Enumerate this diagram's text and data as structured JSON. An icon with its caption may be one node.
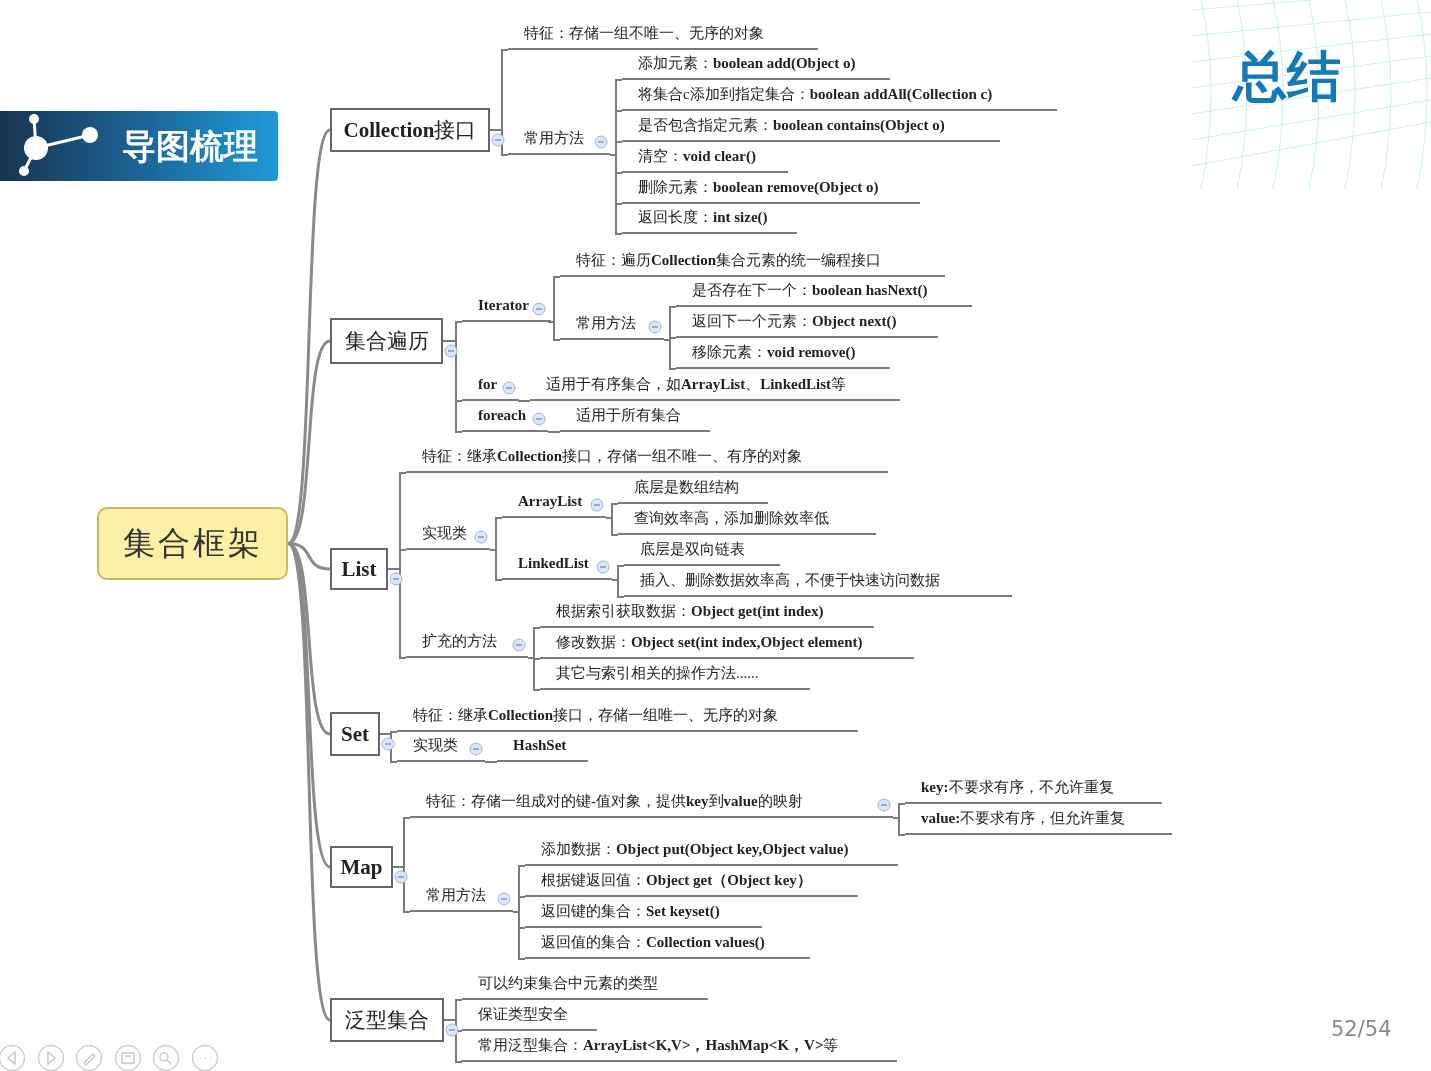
{
  "diagram": {
    "title": "总结",
    "nodes": [
      {
        "text": [
          "集合框架"
        ]
      },
      {
        "text": [
          "**Collection**接口"
        ]
      },
      {
        "text": [
          "特征：存储一组不唯一、无序的对象"
        ]
      },
      {
        "text": [
          "常用方法"
        ]
      },
      {
        "text": [
          "添加元素：**boolean add(Object o)**"
        ]
      },
      {
        "text": [
          "将集合c添加到指定集合：**boolean addAll(Collection c)**"
        ]
      },
      {
        "text": [
          "是否包含指定元素：**boolean contains(Object o)**"
        ]
      },
      {
        "text": [
          "清空：**void clear()**"
        ]
      },
      {
        "text": [
          "删除元素：**boolean remove(Object o)**"
        ]
      },
      {
        "text": [
          "返回长度：**int size()**"
        ]
      },
      {
        "text": [
          "集合遍历"
        ]
      },
      {
        "text": [
          "Iterator"
        ]
      },
      {
        "text": [
          "特征：遍历**Collection**集合元素的统一编程接口"
        ]
      },
      {
        "text": [
          "常用方法"
        ]
      },
      {
        "text": [
          "是否存在下一个：**boolean hasNext()**"
        ]
      },
      {
        "text": [
          "返回下一个元素：**Object next()**"
        ]
      },
      {
        "text": [
          "移除元素：**void remove()**"
        ]
      },
      {
        "text": [
          "for"
        ]
      },
      {
        "text": [
          "适用于有序集合，如**ArrayList**、**LinkedList**等"
        ]
      },
      {
        "text": [
          "foreach"
        ]
      },
      {
        "text": [
          "适用于所有集合"
        ]
      },
      {
        "text": [
          "List"
        ]
      },
      {
        "text": [
          "特征：继承**Collection**接口，存储一组不唯一、有序的对象"
        ]
      },
      {
        "text": [
          "实现类"
        ]
      },
      {
        "text": [
          "ArrayList"
        ]
      },
      {
        "text": [
          "底层是数组结构"
        ]
      },
      {
        "text": [
          "查询效率高，添加删除效率低"
        ]
      },
      {
        "text": [
          "LinkedList"
        ]
      },
      {
        "text": [
          "底层是双向链表"
        ]
      },
      {
        "text": [
          "插入、删除数据效率高，不便于快速访问数据"
        ]
      },
      {
        "text": [
          "扩充的方法"
        ]
      },
      {
        "text": [
          "根据索引获取数据：**Object get(int index)**"
        ]
      },
      {
        "text": [
          "修改数据：**Object set(int index,Object element)**"
        ]
      },
      {
        "text": [
          "其它与索引相关的操作方法......"
        ]
      },
      {
        "text": [
          "Set"
        ]
      },
      {
        "text": [
          "特征：继承**Collection**接口，存储一组唯一、无序的对象"
        ]
      },
      {
        "text": [
          "实现类"
        ]
      },
      {
        "text": [
          "HashSet"
        ]
      },
      {
        "text": [
          "Map"
        ]
      },
      {
        "text": [
          "特征：存储一组成对的键-值对象，提供**key**到**value**的映射"
        ]
      },
      {
        "text": [
          "**key:**不要求有序，不允许重复"
        ]
      },
      {
        "text": [
          "**value:**不要求有序，但允许重复"
        ]
      },
      {
        "text": [
          "常用方法"
        ]
      },
      {
        "text": [
          "添加数据：**Object put(Object key,Object value)**"
        ]
      },
      {
        "text": [
          "根据键返回值：**Object get（Object key）**"
        ]
      },
      {
        "text": [
          "返回键的集合：**Set keyset()**"
        ]
      },
      {
        "text": [
          "返回值的集合：**Collection values()**"
        ]
      },
      {
        "text": [
          "泛型集合"
        ]
      },
      {
        "text": [
          "可以约束集合中元素的类型"
        ]
      },
      {
        "text": [
          "保证类型安全"
        ]
      },
      {
        "text": [
          "常用泛型集合：**ArrayList<K,V>，HashMap<K，V>**等"
        ]
      }
    ],
    "edges": [
      {
        "from": 0,
        "to": 1,
        "arrow": "none"
      },
      {
        "from": 0,
        "to": 10,
        "arrow": "none"
      },
      {
        "from": 0,
        "to": 21,
        "arrow": "none"
      },
      {
        "from": 0,
        "to": 34,
        "arrow": "none"
      },
      {
        "from": 0,
        "to": 38,
        "arrow": "none"
      },
      {
        "from": 0,
        "to": 47,
        "arrow": "none"
      },
      {
        "from": 1,
        "to": 2,
        "arrow": "none"
      },
      {
        "from": 1,
        "to": 3,
        "arrow": "none"
      },
      {
        "from": 3,
        "to": 4,
        "arrow": "none"
      },
      {
        "from": 3,
        "to": 5,
        "arrow": "none"
      },
      {
        "from": 3,
        "to": 6,
        "arrow": "none"
      },
      {
        "from": 3,
        "to": 7,
        "arrow": "none"
      },
      {
        "from": 3,
        "to": 8,
        "arrow": "none"
      },
      {
        "from": 3,
        "to": 9,
        "arrow": "none"
      },
      {
        "from": 10,
        "to": 11,
        "arrow": "none"
      },
      {
        "from": 10,
        "to": 17,
        "arrow": "none"
      },
      {
        "from": 10,
        "to": 19,
        "arrow": "none"
      },
      {
        "from": 11,
        "to": 12,
        "arrow": "none"
      },
      {
        "from": 11,
        "to": 13,
        "arrow": "none"
      },
      {
        "from": 13,
        "to": 14,
        "arrow": "none"
      },
      {
        "from": 13,
        "to": 15,
        "arrow": "none"
      },
      {
        "from": 13,
        "to": 16,
        "arrow": "none"
      },
      {
        "from": 17,
        "to": 18,
        "arrow": "none"
      },
      {
        "from": 19,
        "to": 20,
        "arrow": "none"
      },
      {
        "from": 21,
        "to": 22,
        "arrow": "none"
      },
      {
        "from": 21,
        "to": 23,
        "arrow": "none"
      },
      {
        "from": 21,
        "to": 30,
        "arrow": "none"
      },
      {
        "from": 23,
        "to": 24,
        "arrow": "none"
      },
      {
        "from": 23,
        "to": 27,
        "arrow": "none"
      },
      {
        "from": 24,
        "to": 25,
        "arrow": "none"
      },
      {
        "from": 24,
        "to": 26,
        "arrow": "none"
      },
      {
        "from": 27,
        "to": 28,
        "arrow": "none"
      },
      {
        "from": 27,
        "to": 29,
        "arrow": "none"
      },
      {
        "from": 30,
        "to": 31,
        "arrow": "none"
      },
      {
        "from": 30,
        "to": 32,
        "arrow": "none"
      },
      {
        "from": 30,
        "to": 33,
        "arrow": "none"
      },
      {
        "from": 34,
        "to": 35,
        "arrow": "none"
      },
      {
        "from": 34,
        "to": 36,
        "arrow": "none"
      },
      {
        "from": 36,
        "to": 37,
        "arrow": "none"
      },
      {
        "from": 38,
        "to": 39,
        "arrow": "none"
      },
      {
        "from": 38,
        "to": 42,
        "arrow": "none"
      },
      {
        "from": 39,
        "to": 40,
        "arrow": "none"
      },
      {
        "from": 39,
        "to": 41,
        "arrow": "none"
      },
      {
        "from": 42,
        "to": 43,
        "arrow": "none"
      },
      {
        "from": 42,
        "to": 44,
        "arrow": "none"
      },
      {
        "from": 42,
        "to": 45,
        "arrow": "none"
      },
      {
        "from": 42,
        "to": 46,
        "arrow": "none"
      },
      {
        "from": 47,
        "to": 48,
        "arrow": "none"
      },
      {
        "from": 47,
        "to": 49,
        "arrow": "none"
      },
      {
        "from": 47,
        "to": 50,
        "arrow": "none"
      }
    ],
    "labels": [
      "导图梳理",
      "52/54"
    ]
  }
}
